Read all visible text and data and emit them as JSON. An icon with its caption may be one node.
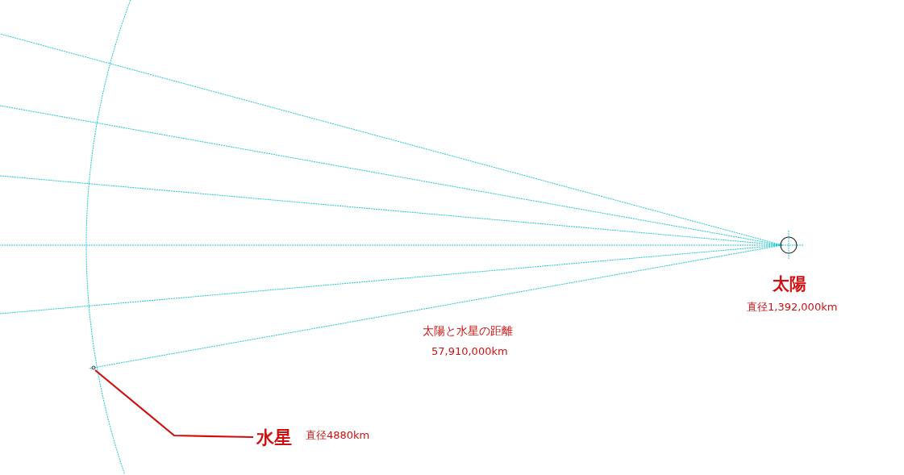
{
  "diagram": {
    "nodes": [
      {
        "text": [],
        "shape": "circle",
        "beside": [
          "太陽",
          "直径1,392,000km"
        ]
      },
      {
        "text": [
          "水星"
        ],
        "beside": [
          "直径4880km"
        ]
      },
      {
        "text": [],
        "shape": "circle"
      }
    ],
    "edges": [
      {
        "from": 1,
        "to": 2,
        "arrow": "none",
        "color": "#d01010"
      }
    ],
    "labels": [
      "太陽と水星の距離",
      "57,910,000km"
    ]
  }
}
